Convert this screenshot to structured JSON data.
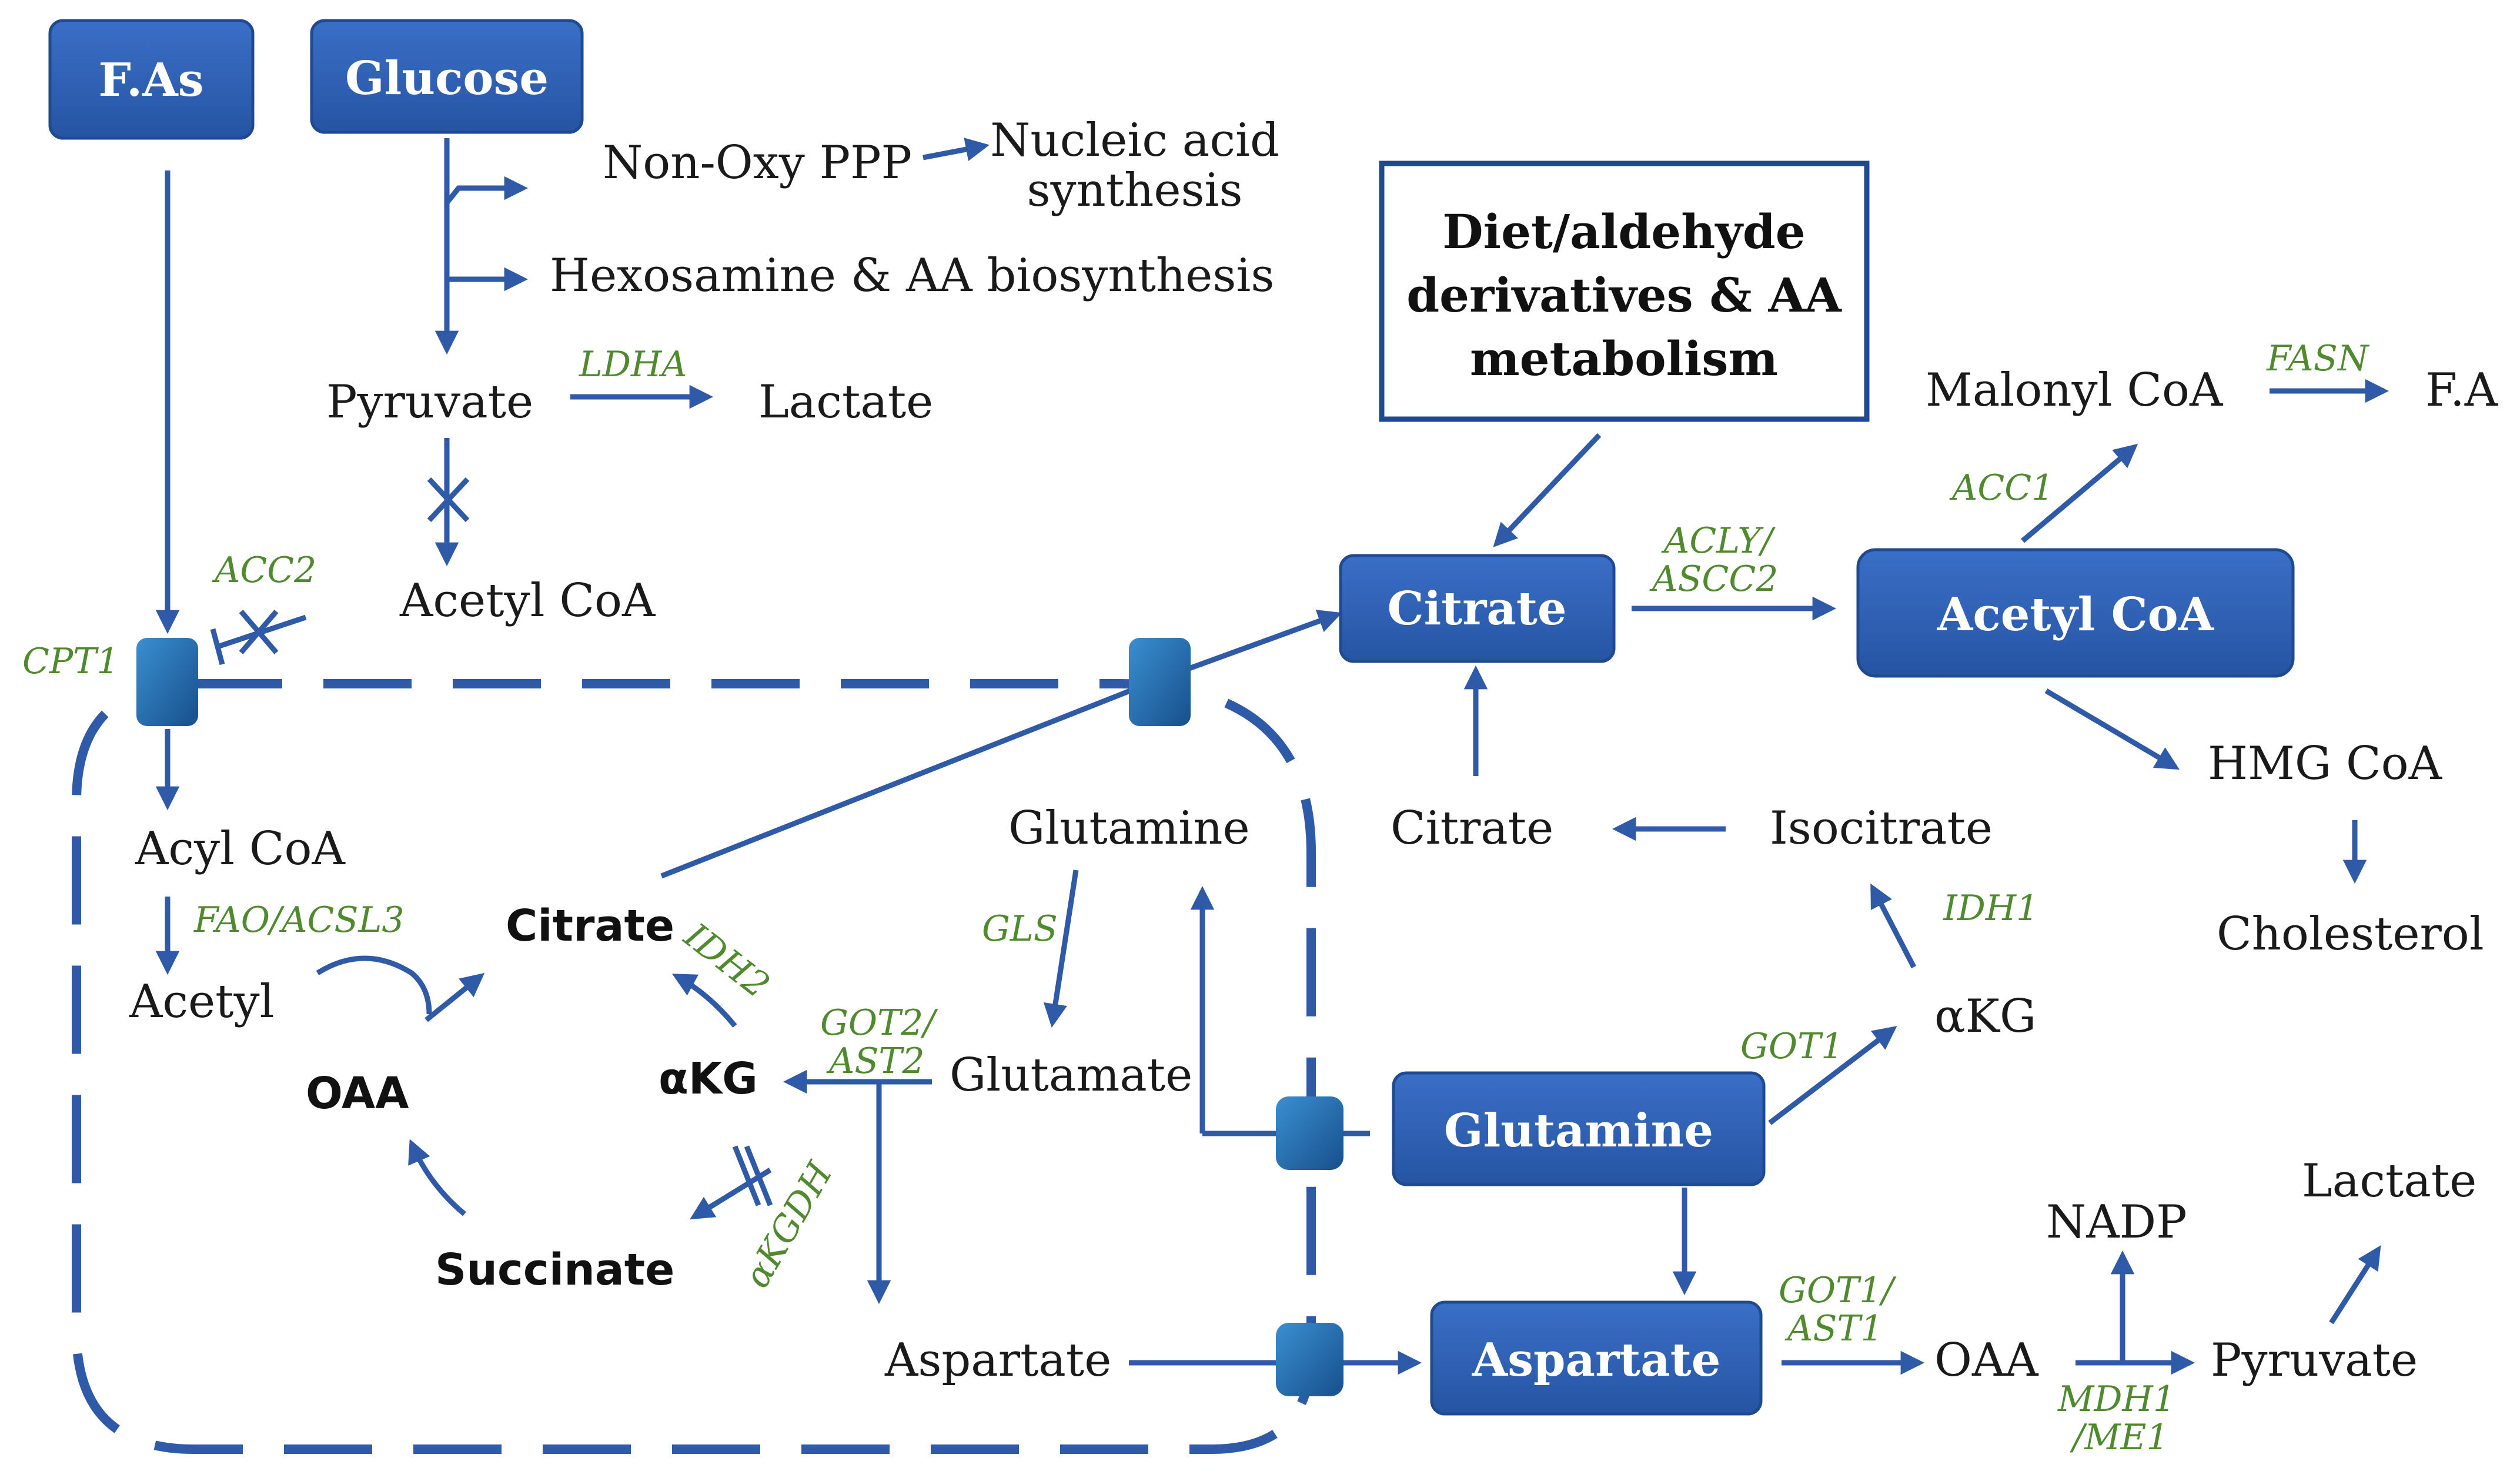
{
  "colors": {
    "box_fill": "#2c5fb5",
    "box_stroke": "#1f4a92",
    "arrow": "#2f5aa8",
    "enzyme_text": "#4f8a2e",
    "transporter": "#1e63a6"
  },
  "nodes": {
    "fas": "F.As",
    "glucose": "Glucose",
    "non_oxy_ppp": "Non-Oxy PPP",
    "nucleic_1": "Nucleic acid",
    "nucleic_2": "synthesis",
    "hexosamine": "Hexosamine & AA biosynthesis",
    "pyruvate_top": "Pyruvate",
    "lactate_top": "Lactate",
    "acetyl_coa_top": "Acetyl CoA",
    "diet_1": "Diet/aldehyde",
    "diet_2": "derivatives & AA",
    "diet_3": "metabolism",
    "malonyl_coa": "Malonyl CoA",
    "fa": "F.A",
    "citrate_box": "Citrate",
    "acetyl_coa_box": "Acetyl CoA",
    "hmg_coa": "HMG CoA",
    "cholesterol": "Cholesterol",
    "citrate_cyto": "Citrate",
    "isocitrate": "Isocitrate",
    "akg_cyto": "αKG",
    "glutamine_box": "Glutamine",
    "aspartate_box": "Aspartate",
    "oaa_cyto": "OAA",
    "nadp": "NADP",
    "pyruvate_right": "Pyruvate",
    "lactate_right": "Lactate",
    "acyl_coa": "Acyl CoA",
    "acetyl": "Acetyl",
    "citrate_mito": "Citrate",
    "oaa_mito": "OAA",
    "akg_mito": "αKG",
    "succinate": "Succinate",
    "glutamine_mito": "Glutamine",
    "glutamate": "Glutamate",
    "aspartate_mito": "Aspartate"
  },
  "enzymes": {
    "ldha": "LDHA",
    "acc2": "ACC2",
    "cpt1": "CPT1",
    "acly_1": "ACLY/",
    "acly_2": "ASCC2",
    "acc1": "ACC1",
    "fasn": "FASN",
    "idh1": "IDH1",
    "got1": "GOT1",
    "got1_ast1_1": "GOT1/",
    "got1_ast1_2": "AST1",
    "mdh1_1": "MDH1",
    "mdh1_2": "/ME1",
    "fao": "FAO/ACSL3",
    "idh2": "IDH2",
    "got2_1": "GOT2/",
    "got2_2": "AST2",
    "gls": "GLS",
    "akgdh": "αKGDH"
  }
}
